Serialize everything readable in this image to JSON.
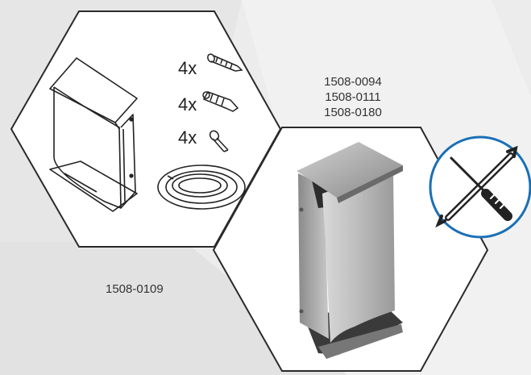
{
  "kit_contents": {
    "items": [
      {
        "qty": "4x",
        "icon": "screw-icon"
      },
      {
        "qty": "4x",
        "icon": "wall-plug-icon"
      },
      {
        "qty": "4x",
        "icon": "bolt-icon"
      }
    ]
  },
  "product_codes": [
    "1508-0094",
    "1508-0111",
    "1508-0180"
  ],
  "kit_code": "1508-0109",
  "tools_badge": {
    "icon": "tools-icon",
    "ring_color": "#1a6fb5"
  },
  "colors": {
    "background": "#ececec",
    "hexagon_fill": "#ffffff",
    "hexagon_stroke": "#2a2a2a"
  }
}
